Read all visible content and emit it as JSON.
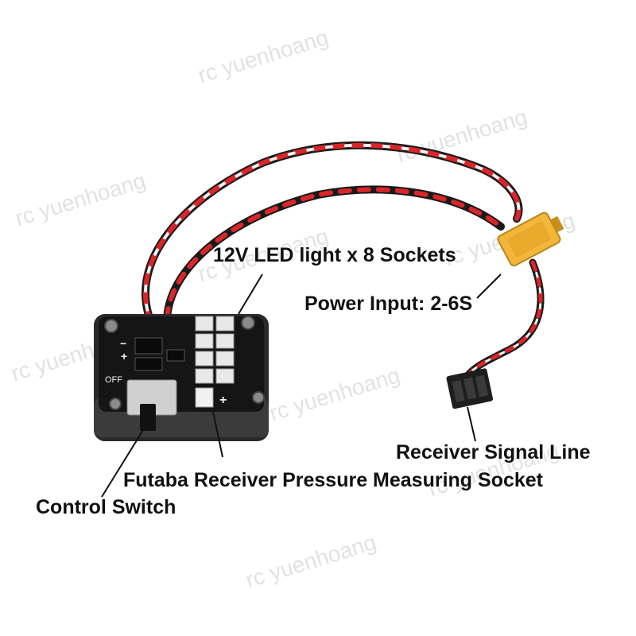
{
  "watermark": "rc yuenhoang",
  "labels": {
    "led_sockets": "12V LED light x 8 Sockets",
    "power_input": "Power Input: 2-6S",
    "receiver_signal": "Receiver Signal Line",
    "futaba_socket": "Futaba Receiver Pressure Measuring Socket",
    "control_switch": "Control Switch"
  },
  "board": {
    "off_text": "OFF",
    "plus": "+",
    "minus": "−"
  },
  "colors": {
    "wire_red": "#d9262a",
    "wire_black": "#1a1a1a",
    "wire_white": "#f2f2f2",
    "xt_connector": "#f2b73a",
    "pcb": "#151515"
  }
}
